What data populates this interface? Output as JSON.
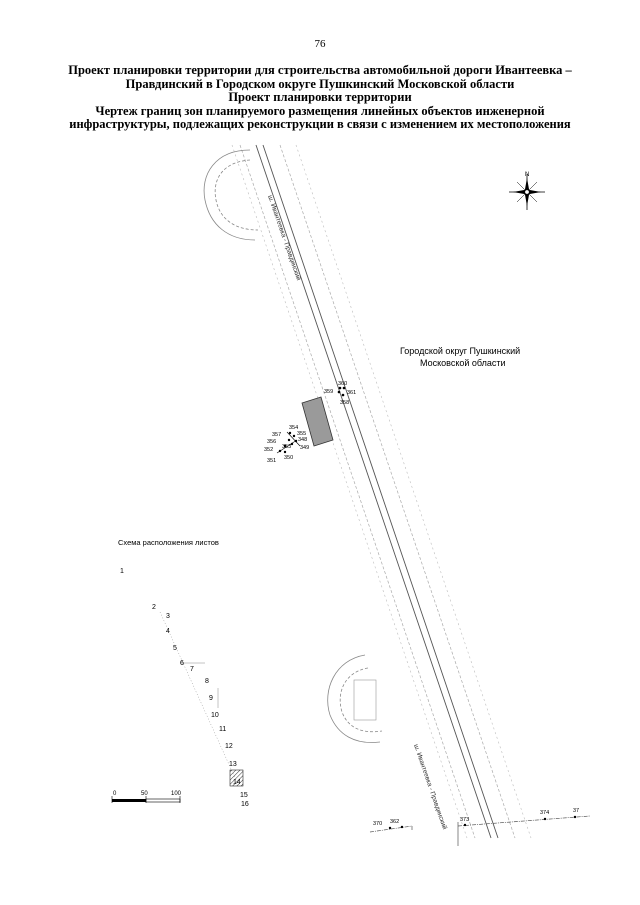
{
  "page_number": "76",
  "title_lines": [
    "Проект планировки территории для строительства автомобильной дороги Ивантеевка –",
    "Правдинский в Городском округе Пушкинский Московской области",
    "Проект планировки территории",
    "Чертеж границ зон планируемого размещения линейных объектов инженерной",
    "инфраструктуры, подлежащих реконструкции в связи с изменением их местоположения"
  ],
  "road_label_upper": "ш. Ивантеевка - Правдинский",
  "road_label_lower": "ш. Ивантеевка - Правдинский",
  "district_label": [
    "Городской округ Пушкинский",
    "Московской области"
  ],
  "compass": {
    "north_letter": "N"
  },
  "point_labels": [
    "360",
    "361",
    "359",
    "358",
    "354",
    "357",
    "355",
    "356",
    "348",
    "353",
    "349",
    "352",
    "350",
    "351",
    "373",
    "370",
    "362",
    "374",
    "37"
  ],
  "layout_scheme": {
    "title": "Схема расположения листов",
    "sheet_numbers": [
      "1",
      "2",
      "3",
      "4",
      "5",
      "6",
      "7",
      "8",
      "9",
      "10",
      "11",
      "12",
      "13",
      "14",
      "15",
      "16"
    ]
  },
  "scale_bar": {
    "labels": [
      "0",
      "50",
      "100"
    ]
  }
}
